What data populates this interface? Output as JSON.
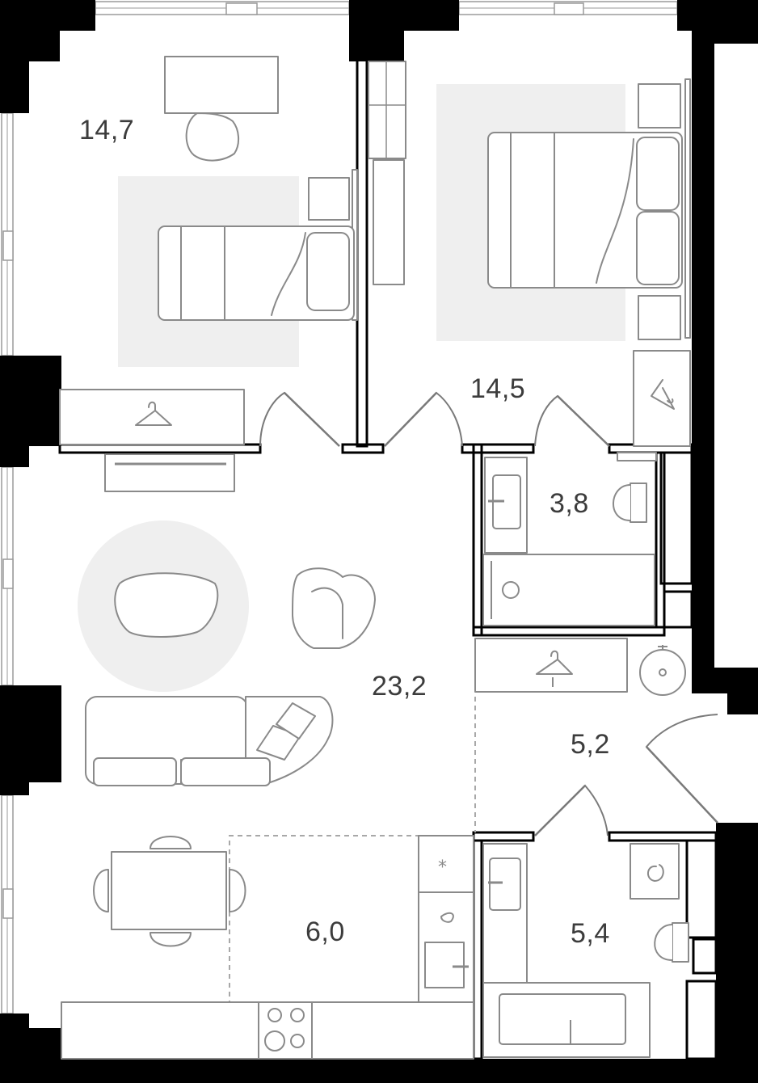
{
  "rooms": [
    {
      "id": "bedroom-1",
      "area": "14,7"
    },
    {
      "id": "bedroom-2",
      "area": "14,5"
    },
    {
      "id": "bathroom-1",
      "area": "3,8"
    },
    {
      "id": "living-room",
      "area": "23,2"
    },
    {
      "id": "hallway",
      "area": "5,2"
    },
    {
      "id": "kitchen",
      "area": "6,0"
    },
    {
      "id": "bathroom-2",
      "area": "5,4"
    }
  ],
  "icons": [
    "hanger-icon",
    "snowflake-icon",
    "drop-icon",
    "washer-icon",
    "boiler-icon"
  ],
  "colors": {
    "wall": "#000000",
    "furniture": "#8a8a8a",
    "rug": "#efefef",
    "label": "#3c3c3c"
  }
}
